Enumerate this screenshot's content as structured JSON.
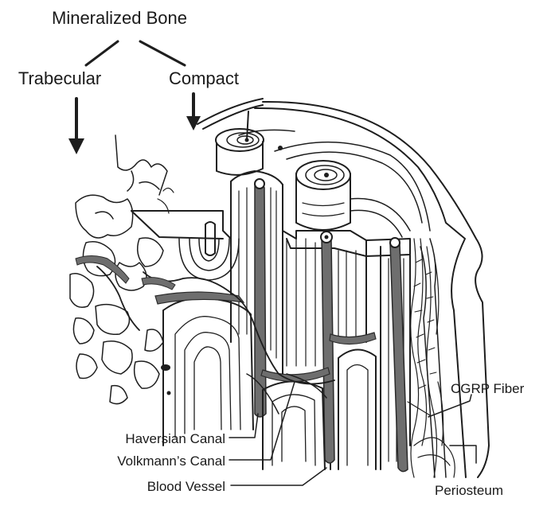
{
  "labels": {
    "mineralized_bone": "Mineralized Bone",
    "trabecular": "Trabecular",
    "compact": "Compact",
    "cgrp_fiber": "CGRP Fiber",
    "haversian_canal": "Haversian Canal",
    "volkmanns_canal": "Volkmann’s Canal",
    "blood_vessel": "Blood Vessel",
    "periosteum": "Periosteum"
  },
  "colors": {
    "ink": "#1e1e1e",
    "vessel_fill": "#6e6e6e",
    "background": "#ffffff"
  }
}
